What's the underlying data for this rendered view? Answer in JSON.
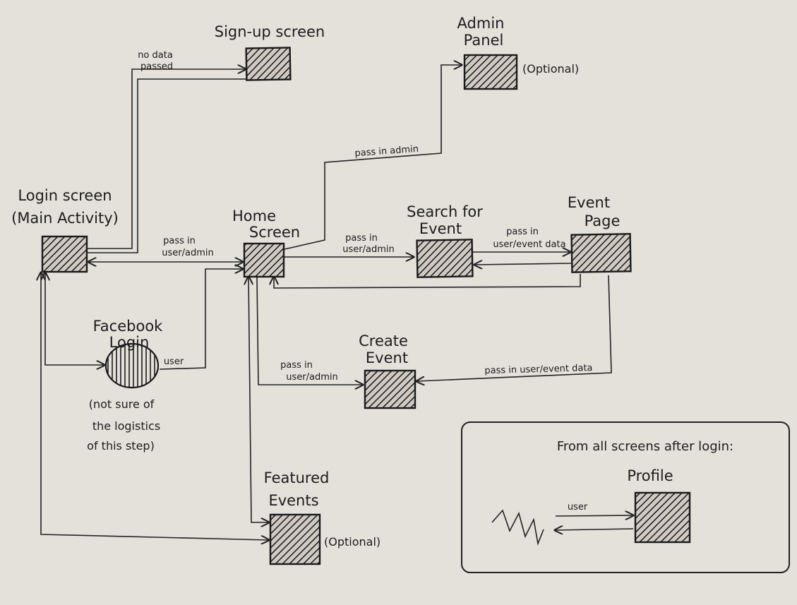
{
  "screens": {
    "signup": {
      "label": [
        "Sign-up screen"
      ]
    },
    "admin": {
      "label": [
        "Admin",
        "Panel"
      ],
      "note": "(Optional)"
    },
    "login": {
      "label": [
        "Login screen",
        "(Main Activity)"
      ]
    },
    "home": {
      "label": [
        "Home",
        "Screen"
      ]
    },
    "search": {
      "label": [
        "Search for",
        "Event"
      ]
    },
    "event_page": {
      "label": [
        "Event",
        "Page"
      ]
    },
    "facebook": {
      "label": [
        "Facebook",
        "Login"
      ],
      "note": [
        "(not sure of",
        "the logistics",
        "of this step)"
      ]
    },
    "create": {
      "label": [
        "Create",
        "Event"
      ]
    },
    "featured": {
      "label": [
        "Featured",
        "Events"
      ],
      "note": "(Optional)"
    },
    "profile": {
      "label": [
        "Profile"
      ]
    }
  },
  "edges": {
    "login_signup": [
      "no data",
      "passed"
    ],
    "home_admin": [
      "pass in admin"
    ],
    "login_home": [
      "pass in",
      "user/admin"
    ],
    "home_search": [
      "pass in",
      "user/admin"
    ],
    "search_event": [
      "pass in",
      "user/event data"
    ],
    "facebook_home": [
      "user"
    ],
    "home_create": [
      "pass in",
      "user/admin"
    ],
    "event_create": [
      "pass in user/event data"
    ],
    "profile_user": [
      "user"
    ]
  },
  "profile_panel": {
    "heading": "From all screens after login:"
  },
  "colors": {
    "paper": "#e4e1db",
    "ink": "#1c1c1c"
  }
}
